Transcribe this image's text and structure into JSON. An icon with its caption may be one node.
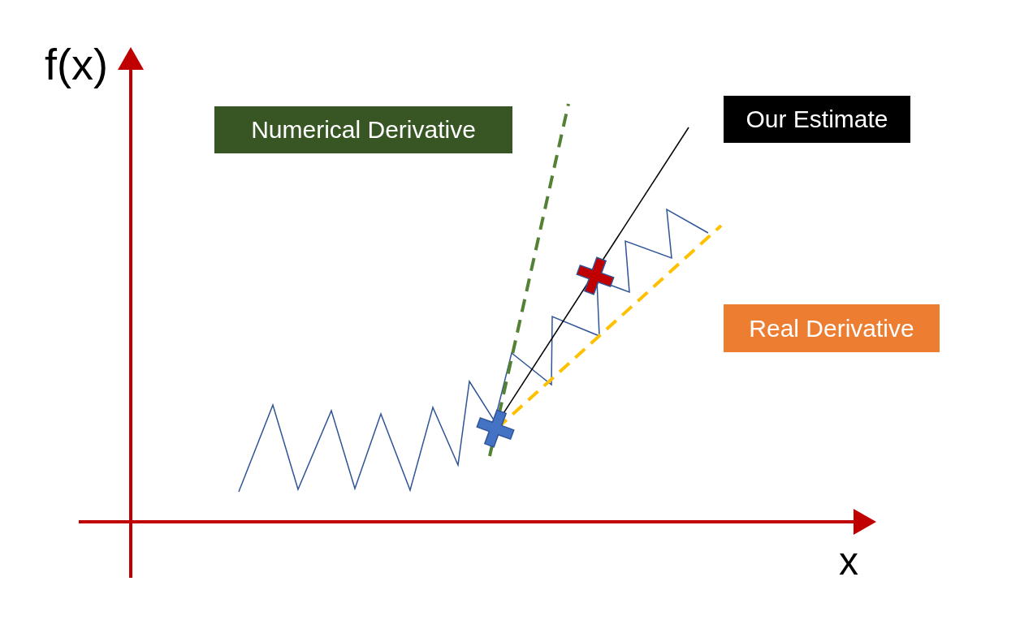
{
  "diagram": {
    "nodes": [
      {
        "text": [
          "Numerical Derivative"
        ]
      },
      {
        "text": [
          "Our Estimate"
        ]
      },
      {
        "text": [
          "Real Derivative"
        ]
      }
    ],
    "labels": [
      "f(x)",
      "x"
    ]
  }
}
